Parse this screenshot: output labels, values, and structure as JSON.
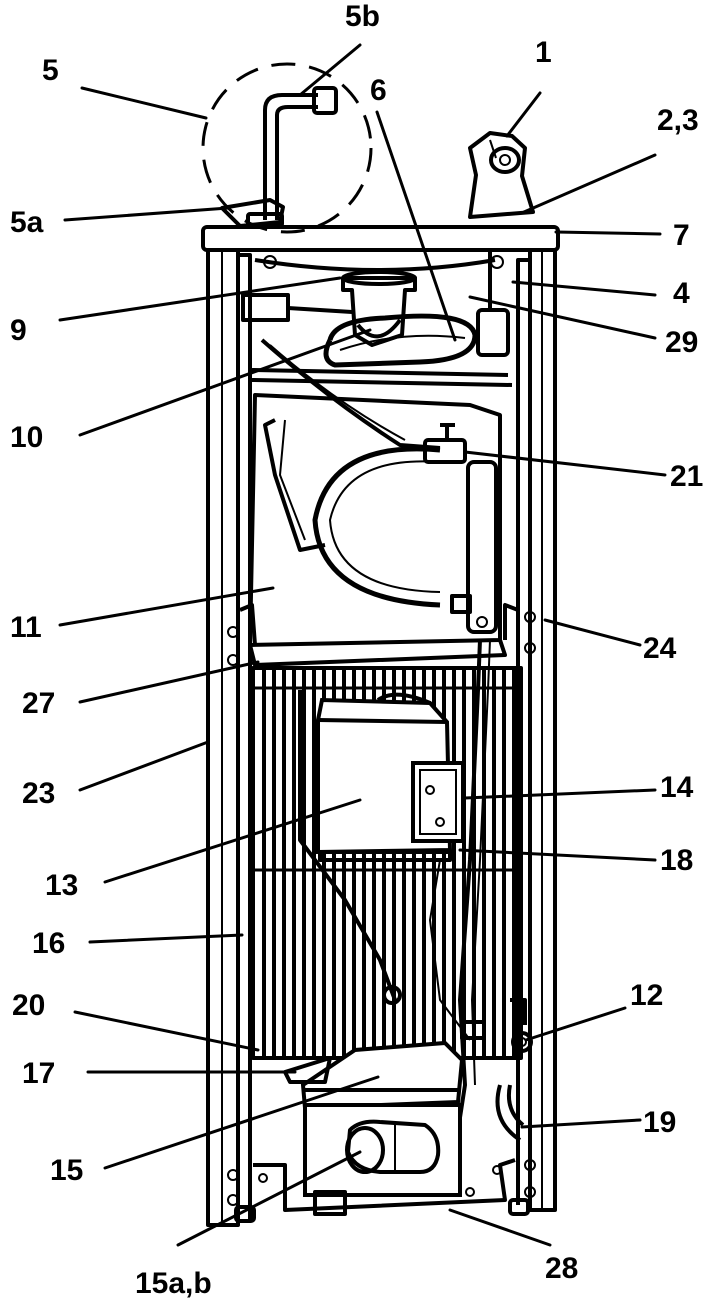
{
  "figure": {
    "labels": [
      {
        "id": "1",
        "text": "1"
      },
      {
        "id": "2-3",
        "text": "2,3"
      },
      {
        "id": "4",
        "text": "4"
      },
      {
        "id": "5",
        "text": "5"
      },
      {
        "id": "5a",
        "text": "5a"
      },
      {
        "id": "5b",
        "text": "5b"
      },
      {
        "id": "6",
        "text": "6"
      },
      {
        "id": "7",
        "text": "7"
      },
      {
        "id": "9",
        "text": "9"
      },
      {
        "id": "10",
        "text": "10"
      },
      {
        "id": "11",
        "text": "11"
      },
      {
        "id": "12",
        "text": "12"
      },
      {
        "id": "13",
        "text": "13"
      },
      {
        "id": "14",
        "text": "14"
      },
      {
        "id": "15",
        "text": "15"
      },
      {
        "id": "15a-b",
        "text": "15a,b"
      },
      {
        "id": "16",
        "text": "16"
      },
      {
        "id": "17",
        "text": "17"
      },
      {
        "id": "18",
        "text": "18"
      },
      {
        "id": "19",
        "text": "19"
      },
      {
        "id": "20",
        "text": "20"
      },
      {
        "id": "21",
        "text": "21"
      },
      {
        "id": "23",
        "text": "23"
      },
      {
        "id": "24",
        "text": "24"
      },
      {
        "id": "27",
        "text": "27"
      },
      {
        "id": "28",
        "text": "28"
      },
      {
        "id": "29",
        "text": "29"
      }
    ]
  }
}
